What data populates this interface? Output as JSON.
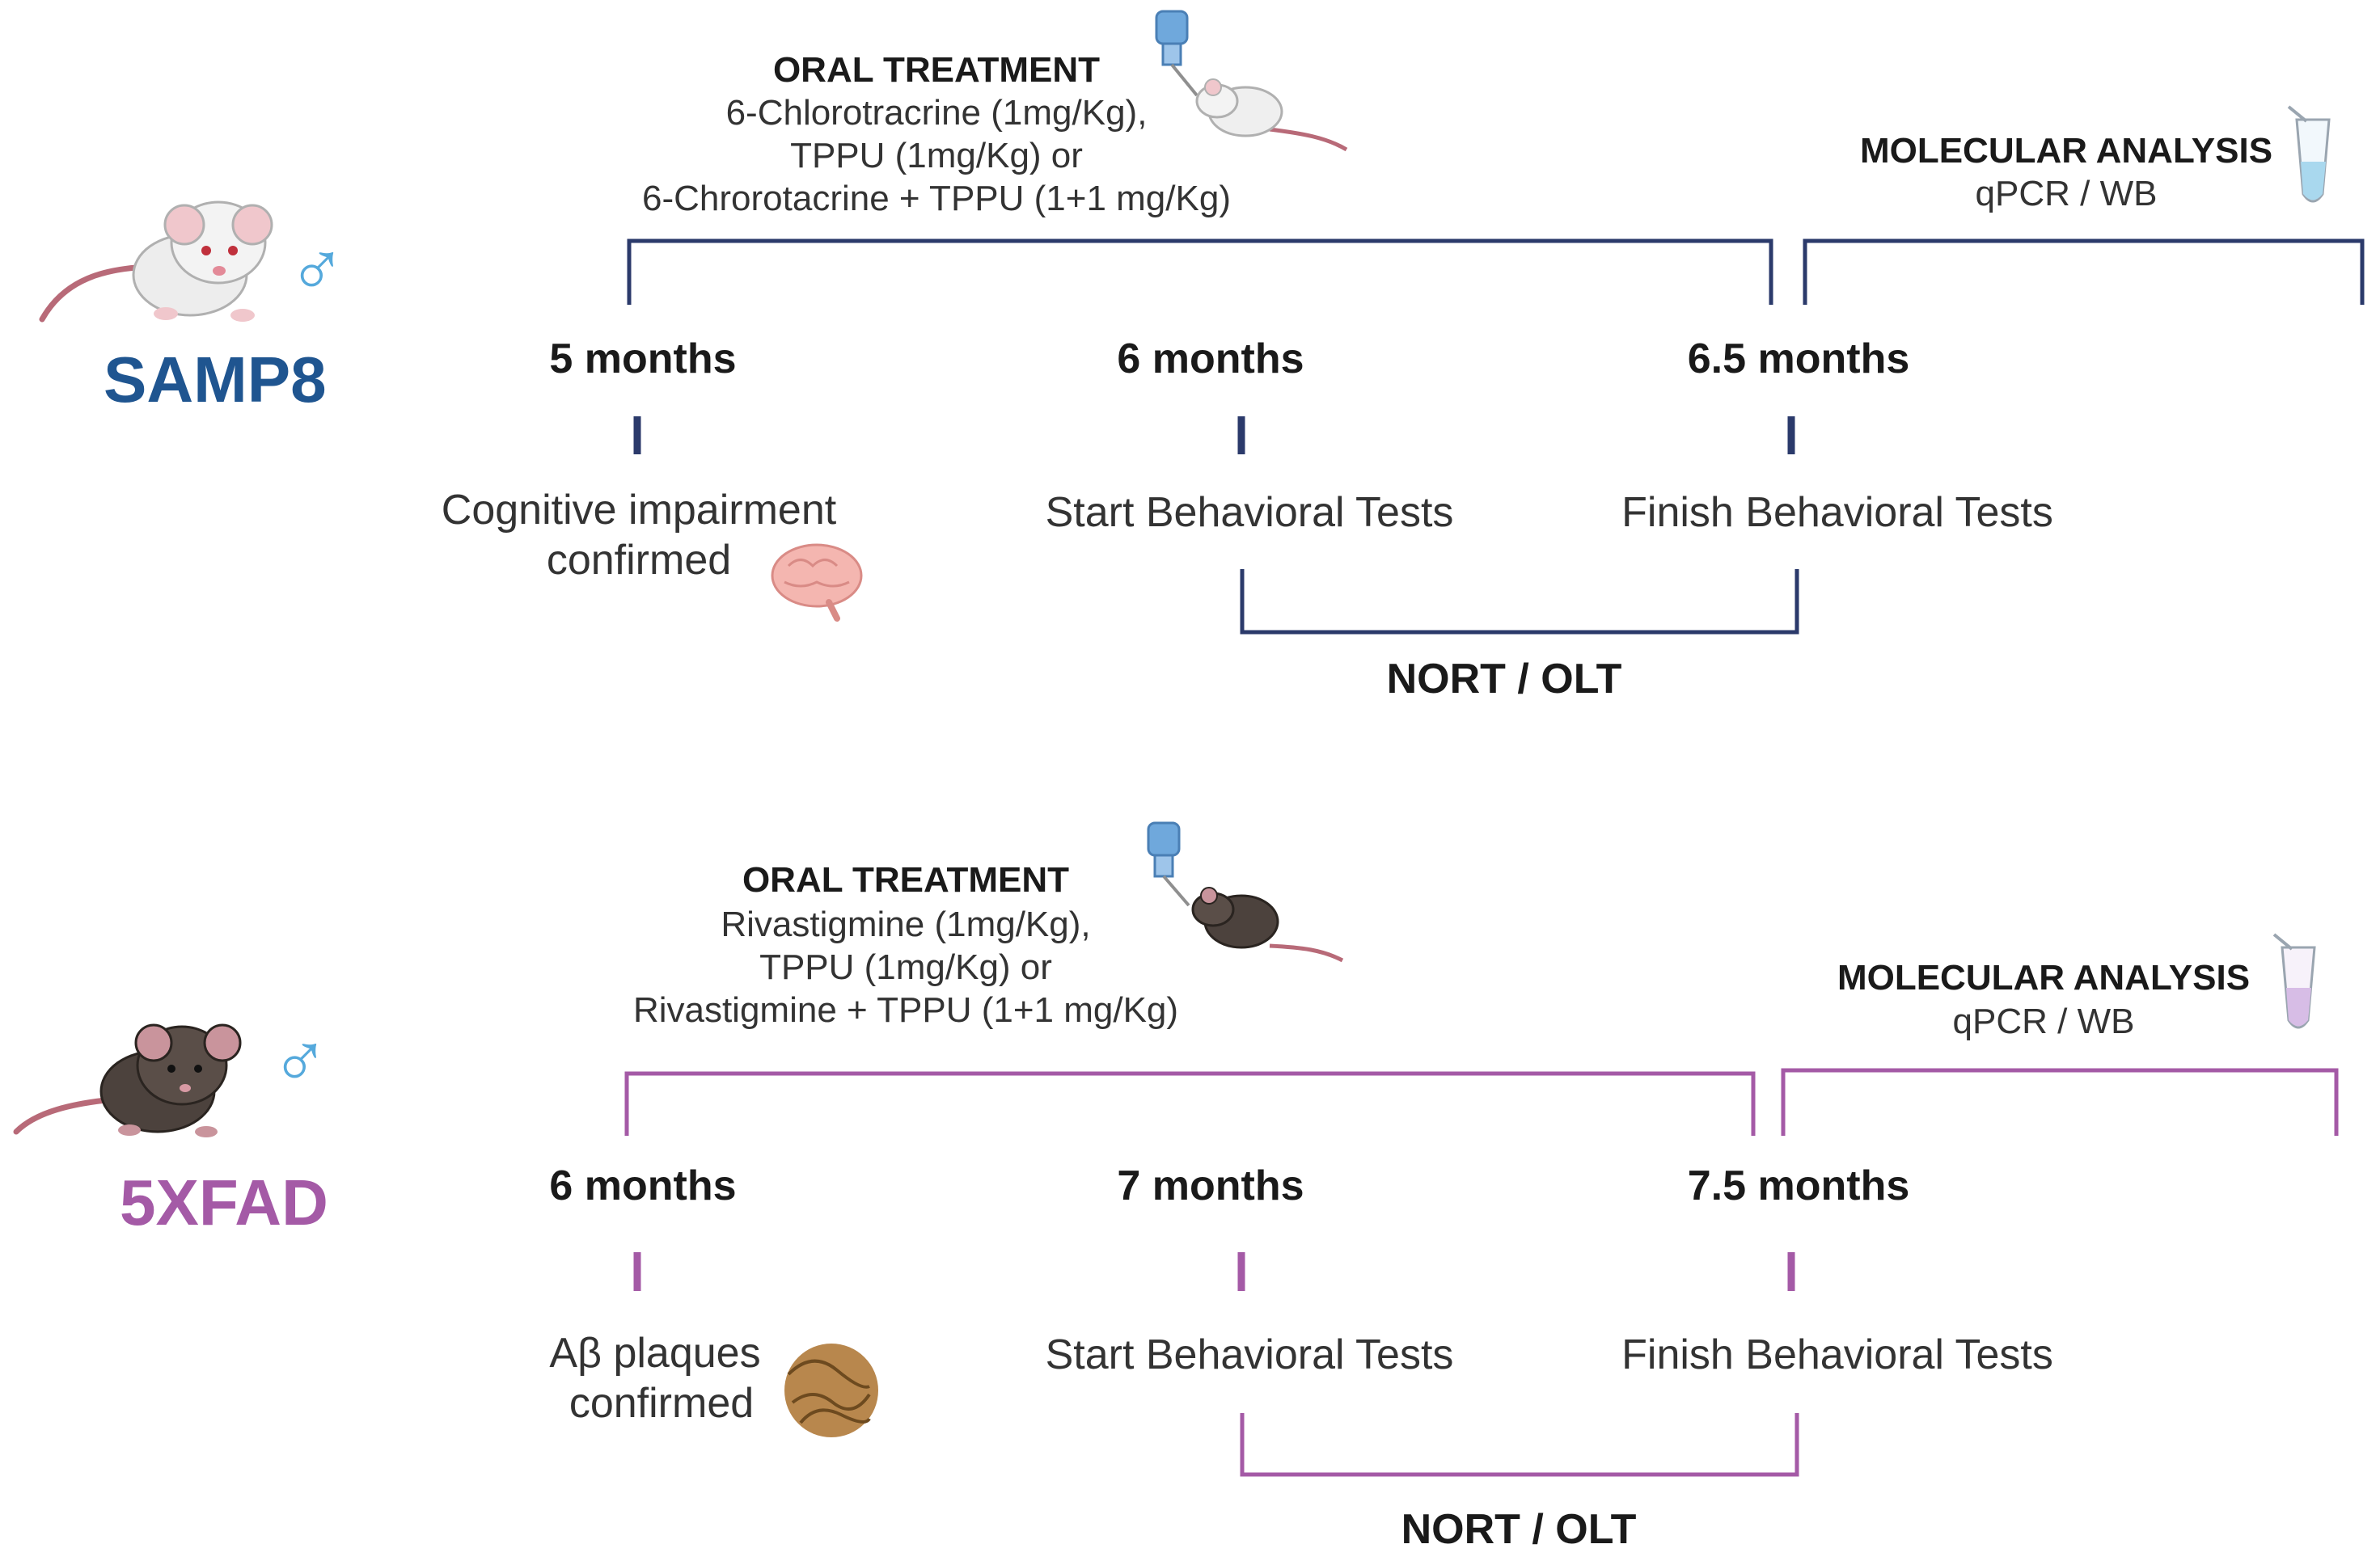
{
  "colors": {
    "samp8": "#2b3a6b",
    "fivexfad": "#a45aa6",
    "male_symbol": "#55a9dc"
  },
  "panels": [
    {
      "id": "samp8",
      "model": "SAMP8",
      "sex_symbol": "♂",
      "treatment_header": "ORAL TREATMENT",
      "treatment_lines": [
        "6-Chlorotracrine (1mg/Kg),",
        "TPPU (1mg/Kg) or",
        "6-Chrorotacrine + TPPU (1+1 mg/Kg)"
      ],
      "molecular_header": "MOLECULAR ANALYSIS",
      "molecular_sub": "qPCR / WB",
      "timepoints": [
        "5 months",
        "6 months",
        "6.5 months"
      ],
      "events": [
        {
          "lines": [
            "Cognitive impairment",
            "confirmed"
          ]
        },
        {
          "lines": [
            "Start Behavioral Tests"
          ]
        },
        {
          "lines": [
            "Finish Behavioral Tests"
          ]
        }
      ],
      "test_label": "NORT / OLT",
      "icons": [
        "white-mouse-icon",
        "water-bottle-icon",
        "brain-icon",
        "tube-icon"
      ]
    },
    {
      "id": "fivexfad",
      "model": "5XFAD",
      "sex_symbol": "♂",
      "treatment_header": "ORAL TREATMENT",
      "treatment_lines": [
        "Rivastigmine (1mg/Kg),",
        "TPPU (1mg/Kg) or",
        "Rivastigmine + TPPU (1+1 mg/Kg)"
      ],
      "molecular_header": "MOLECULAR ANALYSIS",
      "molecular_sub": "qPCR / WB",
      "timepoints": [
        "6 months",
        "7 months",
        "7.5 months"
      ],
      "events": [
        {
          "lines": [
            "Aβ plaques",
            "confirmed"
          ]
        },
        {
          "lines": [
            "Start Behavioral Tests"
          ]
        },
        {
          "lines": [
            "Finish Behavioral Tests"
          ]
        }
      ],
      "test_label": "NORT / OLT",
      "icons": [
        "dark-mouse-icon",
        "water-bottle-icon",
        "amyloid-plaque-icon",
        "tube-icon"
      ]
    }
  ]
}
